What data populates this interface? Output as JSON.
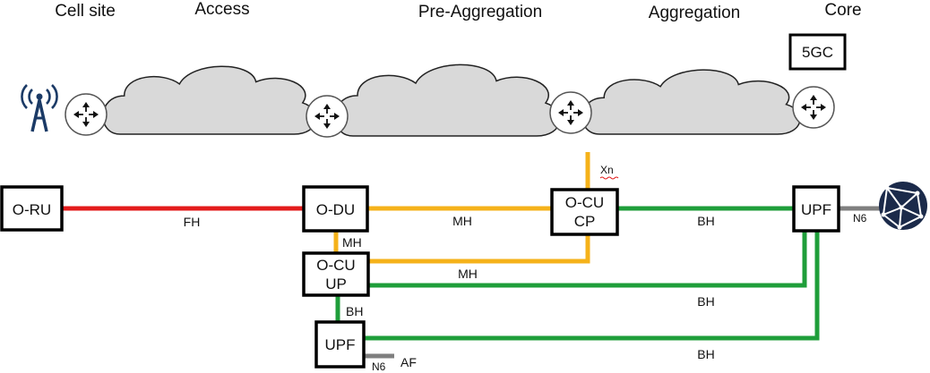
{
  "segments": {
    "cell_site": "Cell site",
    "access": "Access",
    "pre_aggregation": "Pre-Aggregation",
    "aggregation": "Aggregation",
    "core": "Core"
  },
  "nodes": {
    "core_5gc": "5GC",
    "o_ru": "O-RU",
    "o_du": "O-DU",
    "o_cu_cp_line1": "O-CU",
    "o_cu_cp_line2": "CP",
    "o_cu_up_line1": "O-CU",
    "o_cu_up_line2": "UP",
    "upf_core": "UPF",
    "upf_edge": "UPF"
  },
  "links": {
    "fh": "FH",
    "mh_du_cp": "MH",
    "mh_du_up": "MH",
    "mh_up_cp": "MH",
    "bh_cp_upf": "BH",
    "bh_up_upf": "BH",
    "bh_up_edge": "BH",
    "bh_edge_upf": "BH",
    "xn": "Xn",
    "n6_core": "N6",
    "n6_edge": "N6",
    "af": "AF"
  },
  "colors": {
    "fronthaul": "#e31b1b",
    "midhaul": "#f5b21a",
    "backhaul": "#1f9e3a",
    "n6": "#7f7f7f",
    "cloud_fill": "#d9d9d9",
    "globe": "#1b2a4a"
  },
  "icons": {
    "antenna": "cell-tower-icon",
    "router": "router-icon",
    "globe": "internet-globe-icon"
  }
}
